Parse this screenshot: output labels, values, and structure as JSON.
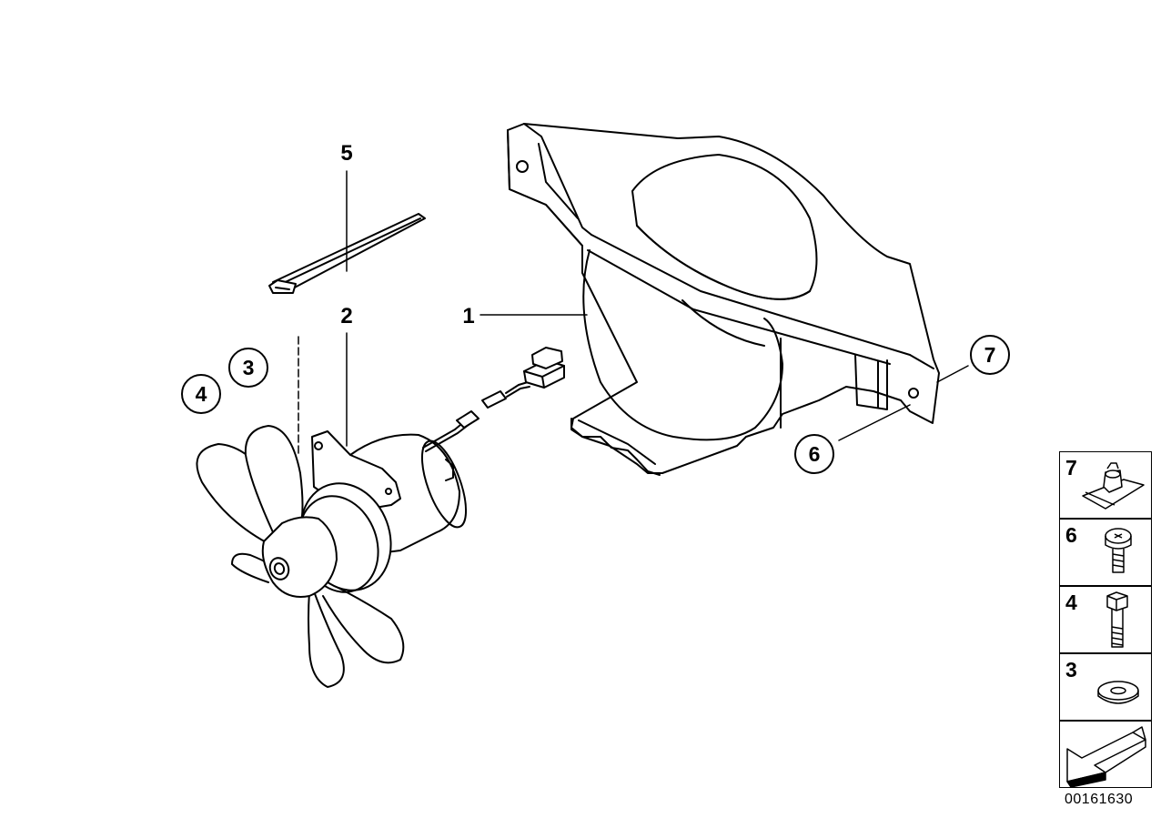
{
  "callouts": {
    "c1": "1",
    "c2": "2",
    "c3": "3",
    "c4": "4",
    "c5": "5",
    "c6": "6",
    "c7": "7"
  },
  "legend": [
    {
      "number": "7",
      "icon": "speed-nut-clip-icon"
    },
    {
      "number": "6",
      "icon": "pan-head-screw-icon"
    },
    {
      "number": "4",
      "icon": "hex-bolt-icon"
    },
    {
      "number": "3",
      "icon": "washer-icon"
    },
    {
      "number": "",
      "icon": "direction-arrow-icon"
    }
  ],
  "document_id": "00161630"
}
